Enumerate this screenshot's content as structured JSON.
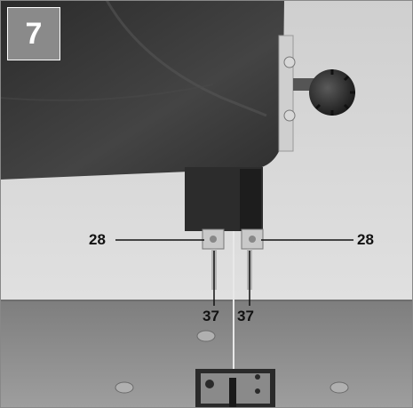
{
  "figure": {
    "number": "7",
    "callouts": {
      "left_clamp": "28",
      "right_clamp": "28",
      "left_screw": "37",
      "right_screw": "37"
    }
  },
  "colors": {
    "badge": "#8a8a8a",
    "housing": "#3a3a3a",
    "table": "#8e8e8e",
    "background": "#d9d9d9"
  }
}
